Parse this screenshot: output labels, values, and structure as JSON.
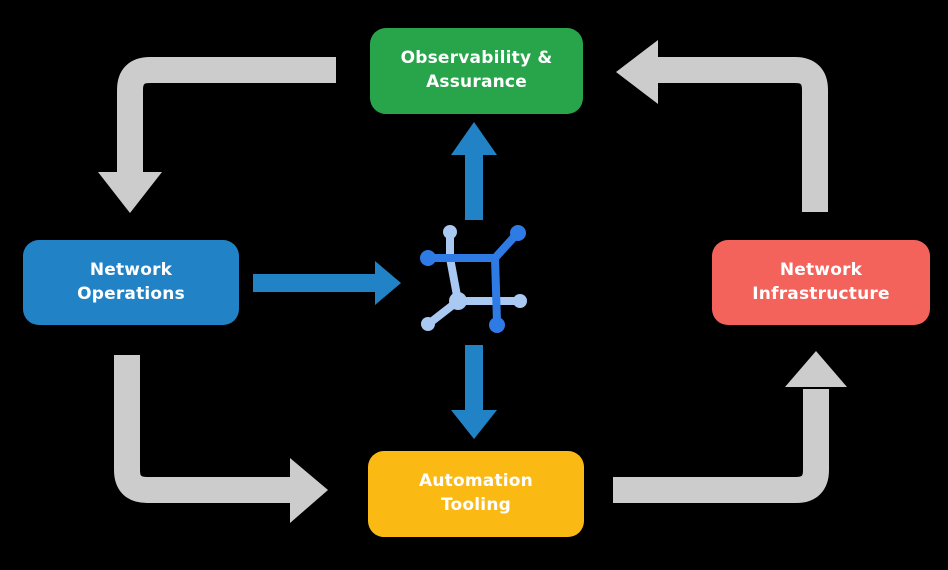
{
  "colors": {
    "bg": "#000000",
    "green": "#28a54b",
    "blue": "#2183c6",
    "red": "#f4625c",
    "yellow": "#fbb914",
    "gray": "#cccccc",
    "arrow-blue": "#2183c6",
    "icon-dark": "#2e7be5",
    "icon-light": "#a9c9f2",
    "text": "#ffffff"
  },
  "nodes": {
    "observability": {
      "label": "Observability &\nAssurance",
      "color": "#28a54b"
    },
    "operations": {
      "label": "Network\nOperations",
      "color": "#2183c6"
    },
    "infrastructure": {
      "label": "Network\nInfrastructure",
      "color": "#f4625c"
    },
    "automation": {
      "label": "Automation\nTooling",
      "color": "#fbb914"
    }
  },
  "icon": {
    "name": "network-mesh-icon"
  },
  "arrows": {
    "cycle": [
      {
        "from": "Observability & Assurance",
        "to": "Network Operations",
        "color": "#cccccc"
      },
      {
        "from": "Network Operations",
        "to": "Automation Tooling",
        "color": "#cccccc"
      },
      {
        "from": "Automation Tooling",
        "to": "Network Infrastructure",
        "color": "#cccccc"
      },
      {
        "from": "Network Infrastructure",
        "to": "Observability & Assurance",
        "color": "#cccccc"
      }
    ],
    "hub": [
      {
        "from": "Network Operations",
        "to": "network-mesh-icon",
        "color": "#2183c6"
      },
      {
        "from": "network-mesh-icon",
        "to": "Observability & Assurance",
        "color": "#2183c6"
      },
      {
        "from": "network-mesh-icon",
        "to": "Automation Tooling",
        "color": "#2183c6"
      }
    ]
  }
}
